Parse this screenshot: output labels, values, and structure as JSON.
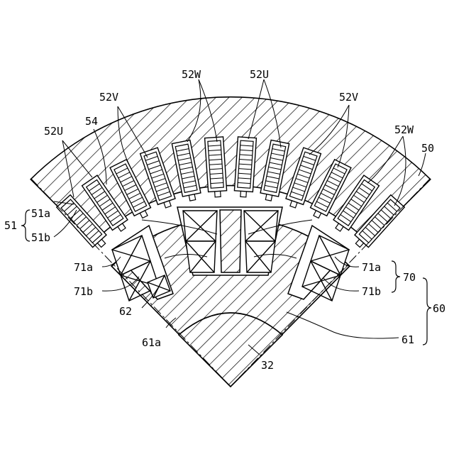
{
  "labels": {
    "slot_52u_left": "52U",
    "slot_54": "54",
    "slot_52v_left": "52V",
    "slot_52w_top": "52W",
    "slot_52u_top": "52U",
    "slot_52v_right": "52V",
    "slot_52w_right": "52W",
    "stator": "50",
    "stator_group": "51",
    "stator_51a": "51a",
    "stator_51b": "51b",
    "magnet_71a_left": "71a",
    "magnet_71b_left": "71b",
    "magnet_71a_right": "71a",
    "magnet_71b_right": "71b",
    "magnet_group": "70",
    "rotor": "60",
    "flux_barrier": "62",
    "rotor_core_edge": "61a",
    "rotor_core": "61",
    "shaft": "32"
  },
  "colors": {
    "line": "#000000",
    "background": "#ffffff"
  }
}
